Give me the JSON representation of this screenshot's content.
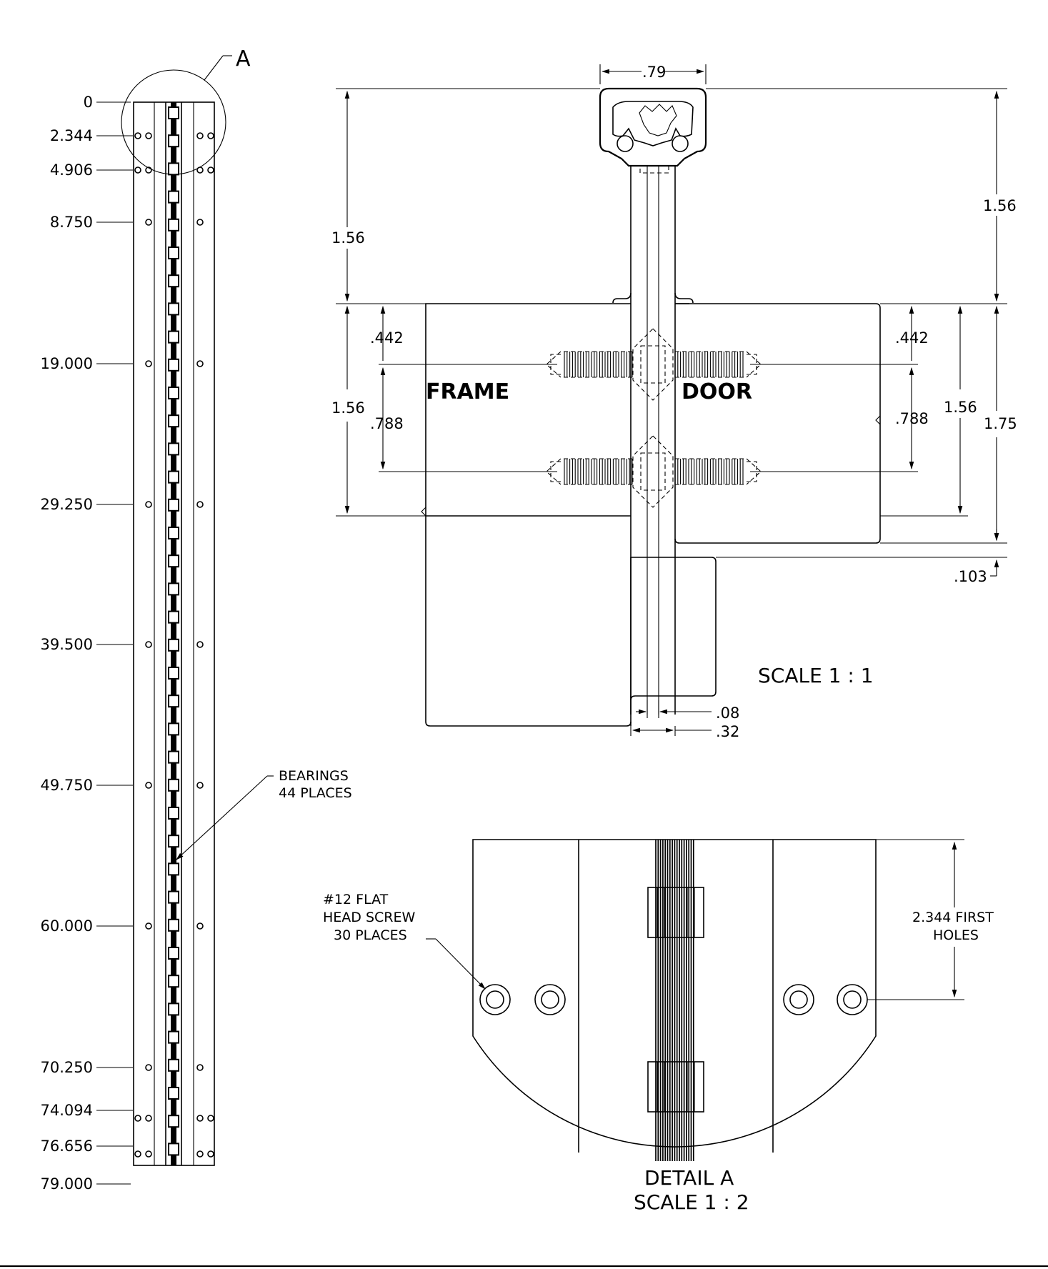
{
  "left_view": {
    "callout": "A",
    "stations": [
      "0",
      "2.344",
      "4.906",
      "8.750",
      "19.000",
      "29.250",
      "39.500",
      "49.750",
      "60.000",
      "70.250",
      "74.094",
      "76.656",
      "79.000"
    ],
    "bearings_note": [
      "BEARINGS",
      "44 PLACES"
    ]
  },
  "section_view": {
    "dims": {
      "top_width": ".79",
      "height_left": "1.56",
      "height_right": "1.56",
      "left_lower": "1.56",
      "left_upper_offset": ".442",
      "left_spacing": ".788",
      "right_upper_offset": ".442",
      "right_spacing": ".788",
      "right_lower": "1.56",
      "right_total": "1.75",
      "gap": ".103",
      "pin": ".08",
      "leaf": ".32"
    },
    "frame_label": "FRAME",
    "door_label": "DOOR",
    "scale": "SCALE 1 : 1"
  },
  "detail_view": {
    "screw_note": [
      "#12 FLAT",
      "HEAD SCREW",
      "30 PLACES"
    ],
    "first_holes_note": [
      "2.344 FIRST",
      "HOLES"
    ],
    "title": "DETAIL A",
    "scale": "SCALE 1 : 2"
  }
}
